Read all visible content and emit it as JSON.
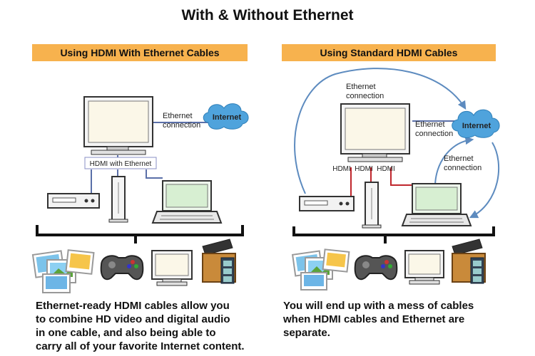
{
  "title": "With & Without Ethernet",
  "banner_color": "#f7b24e",
  "cloud_color": "#4fa3dc",
  "hdmi_wire_color": "#c0262c",
  "net_wire_color": "#5a6fa8",
  "left_panel": {
    "banner": "Using HDMI With Ethernet Cables",
    "ethernet_label": "Ethernet\nconnection",
    "internet_label": "Internet",
    "hdmi_label": "HDMI with Ethernet",
    "description": "Ethernet-ready HDMI cables allow you\nto combine HD video and digital audio\nin one cable, and also being able to\ncarry all of your favorite Internet content."
  },
  "right_panel": {
    "banner": "Using Standard HDMI Cables",
    "ethernet_label_top": "Ethernet\nconnection",
    "ethernet_label_mid": "Ethernet\nconnection",
    "ethernet_label_right": "Ethernet\nconnection",
    "internet_label": "Internet",
    "hdmi_labels": [
      "HDMI",
      "HDMI",
      "HDMI"
    ],
    "description": "You will end up with a mess of cables\nwhen HDMI cables and Ethernet are\nseparate."
  }
}
